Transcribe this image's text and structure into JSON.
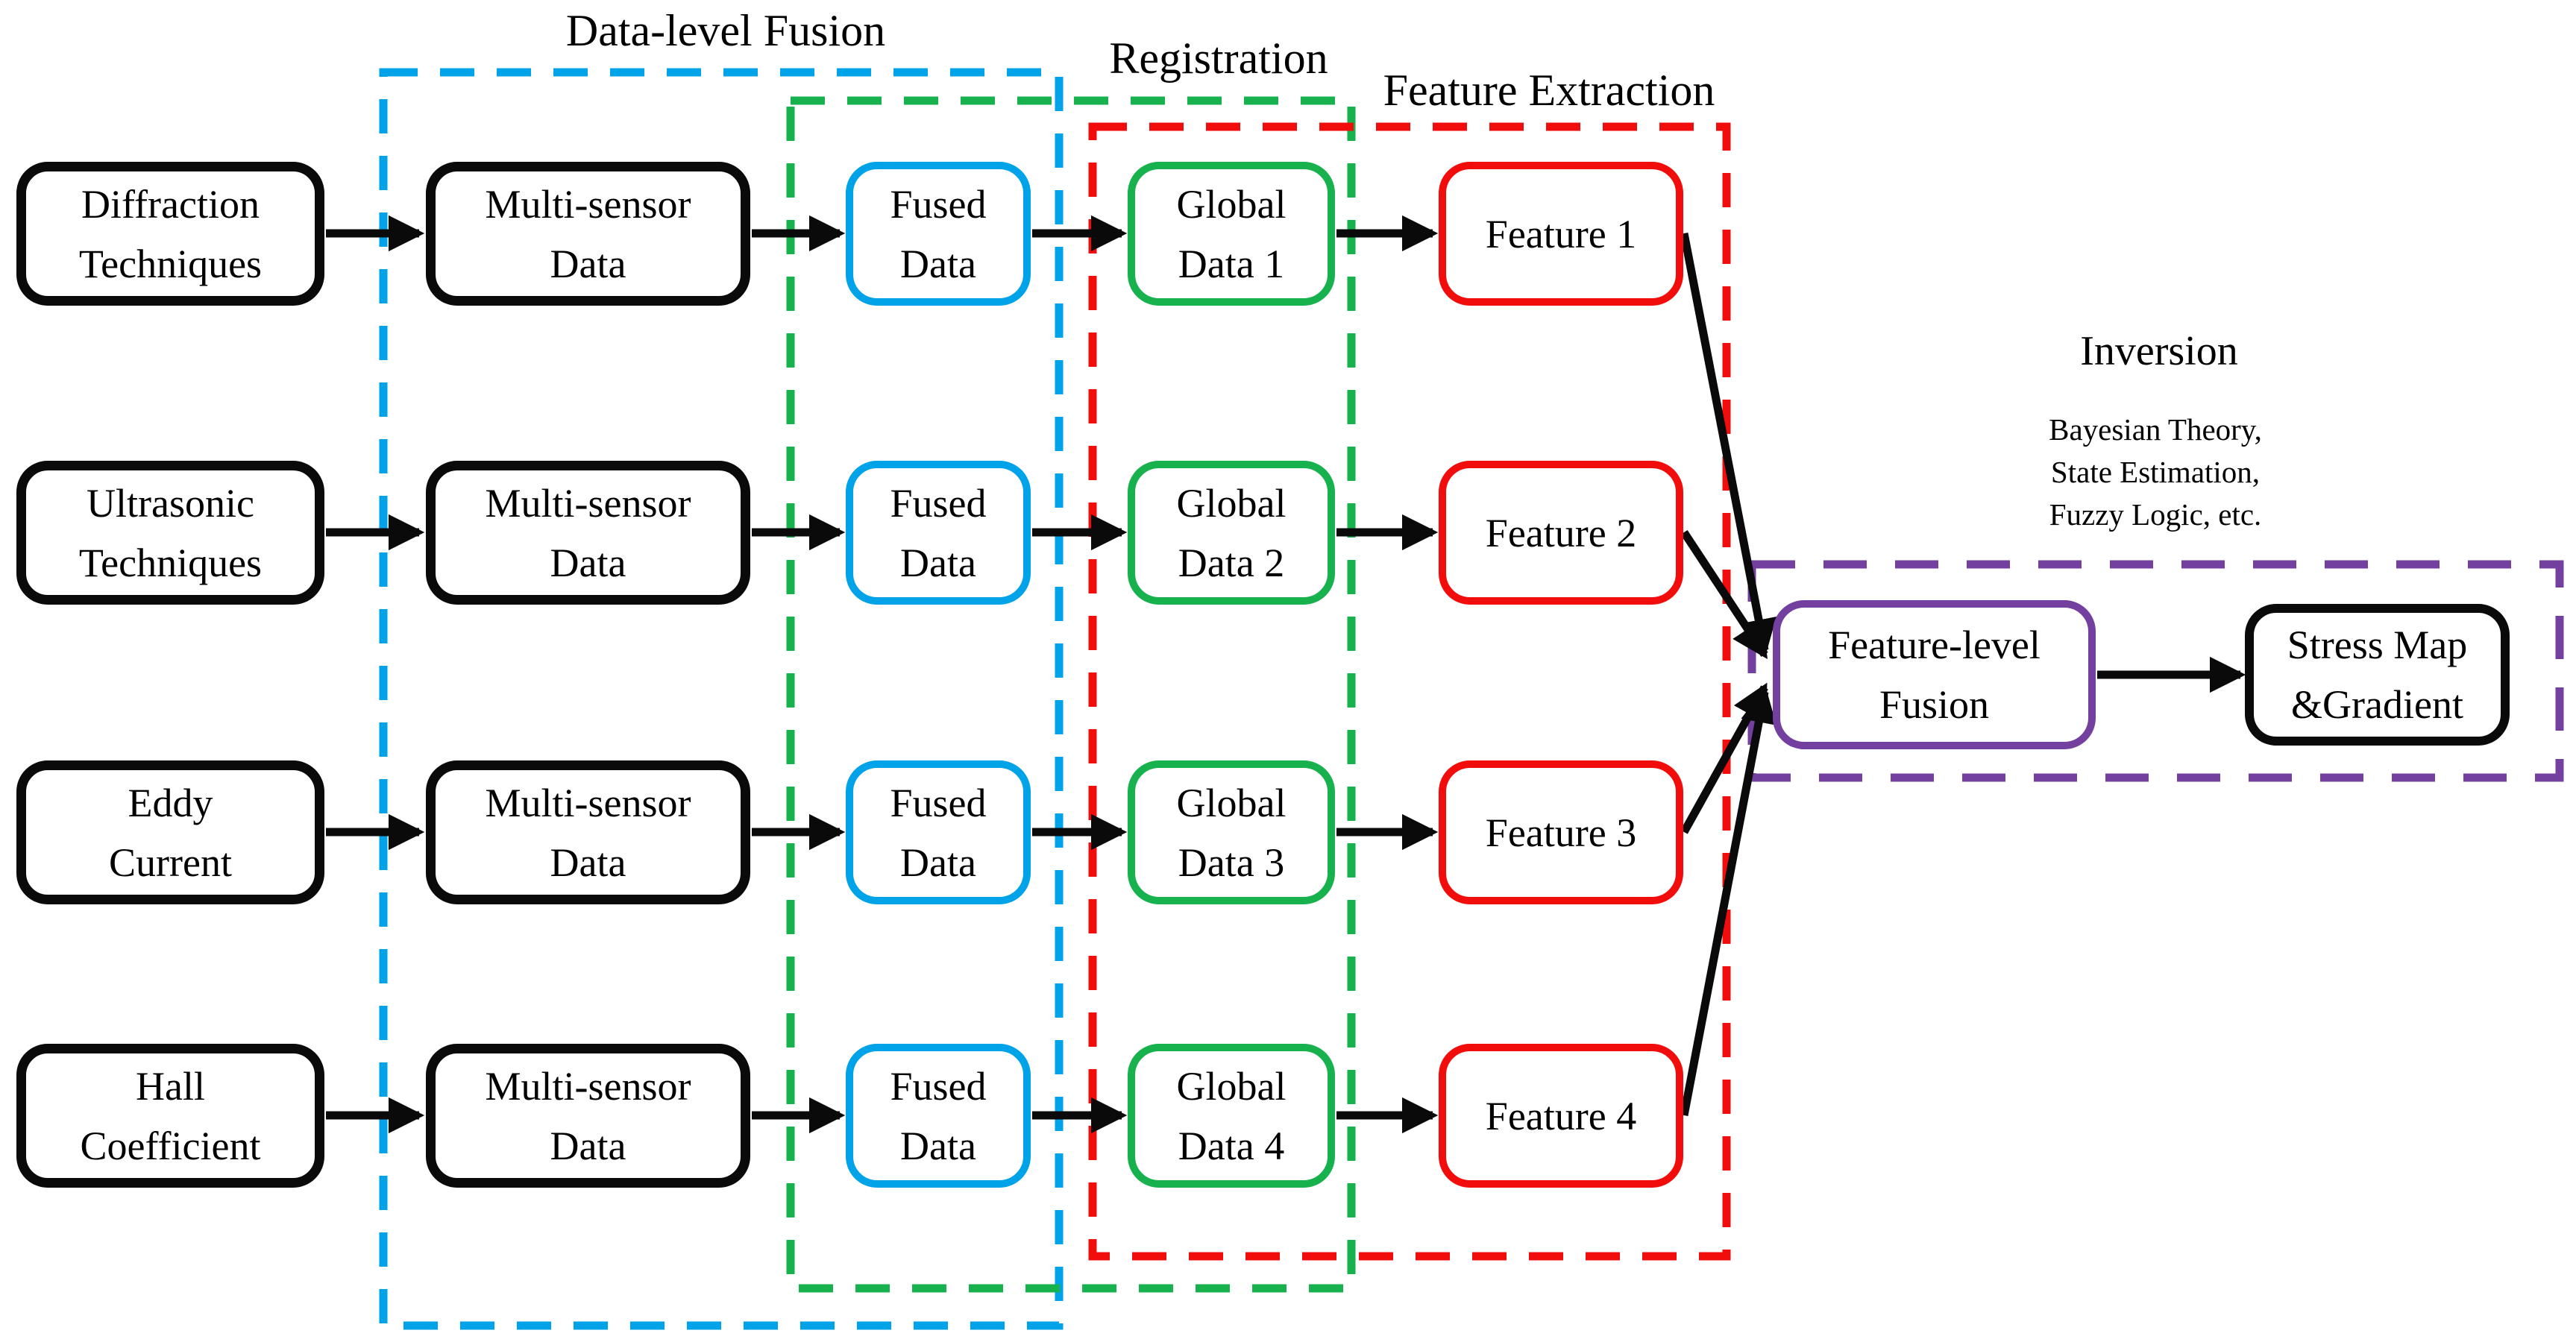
{
  "colors": {
    "cyan": "#00A2E8",
    "green": "#17B14D",
    "red": "#F20D0D",
    "purple": "#7440A0",
    "ink": "#0A0A0A"
  },
  "labels": {
    "data_level_fusion": "Data-level Fusion",
    "registration": "Registration",
    "feature_extraction": "Feature Extraction",
    "inversion": "Inversion",
    "inversion_method_1": "Bayesian Theory,",
    "inversion_method_2": "State Estimation,",
    "inversion_method_3": "Fuzzy Logic, etc."
  },
  "rows": [
    {
      "technique_1": "Diffraction",
      "technique_2": "Techniques",
      "multisensor_1": "Multi-sensor",
      "multisensor_2": "Data",
      "fused_1": "Fused",
      "fused_2": "Data",
      "global_1": "Global",
      "global_2": "Data 1",
      "feature": "Feature 1"
    },
    {
      "technique_1": "Ultrasonic",
      "technique_2": "Techniques",
      "multisensor_1": "Multi-sensor",
      "multisensor_2": "Data",
      "fused_1": "Fused",
      "fused_2": "Data",
      "global_1": "Global",
      "global_2": "Data 2",
      "feature": "Feature 2"
    },
    {
      "technique_1": "Eddy",
      "technique_2": "Current",
      "multisensor_1": "Multi-sensor",
      "multisensor_2": "Data",
      "fused_1": "Fused",
      "fused_2": "Data",
      "global_1": "Global",
      "global_2": "Data 3",
      "feature": "Feature 3"
    },
    {
      "technique_1": "Hall",
      "technique_2": "Coefficient",
      "multisensor_1": "Multi-sensor",
      "multisensor_2": "Data",
      "fused_1": "Fused",
      "fused_2": "Data",
      "global_1": "Global",
      "global_2": "Data 4",
      "feature": "Feature 4"
    }
  ],
  "outputs": {
    "feature_fusion_1": "Feature-level",
    "feature_fusion_2": "Fusion",
    "stress_map_1": "Stress Map",
    "stress_map_2": "&Gradient"
  }
}
